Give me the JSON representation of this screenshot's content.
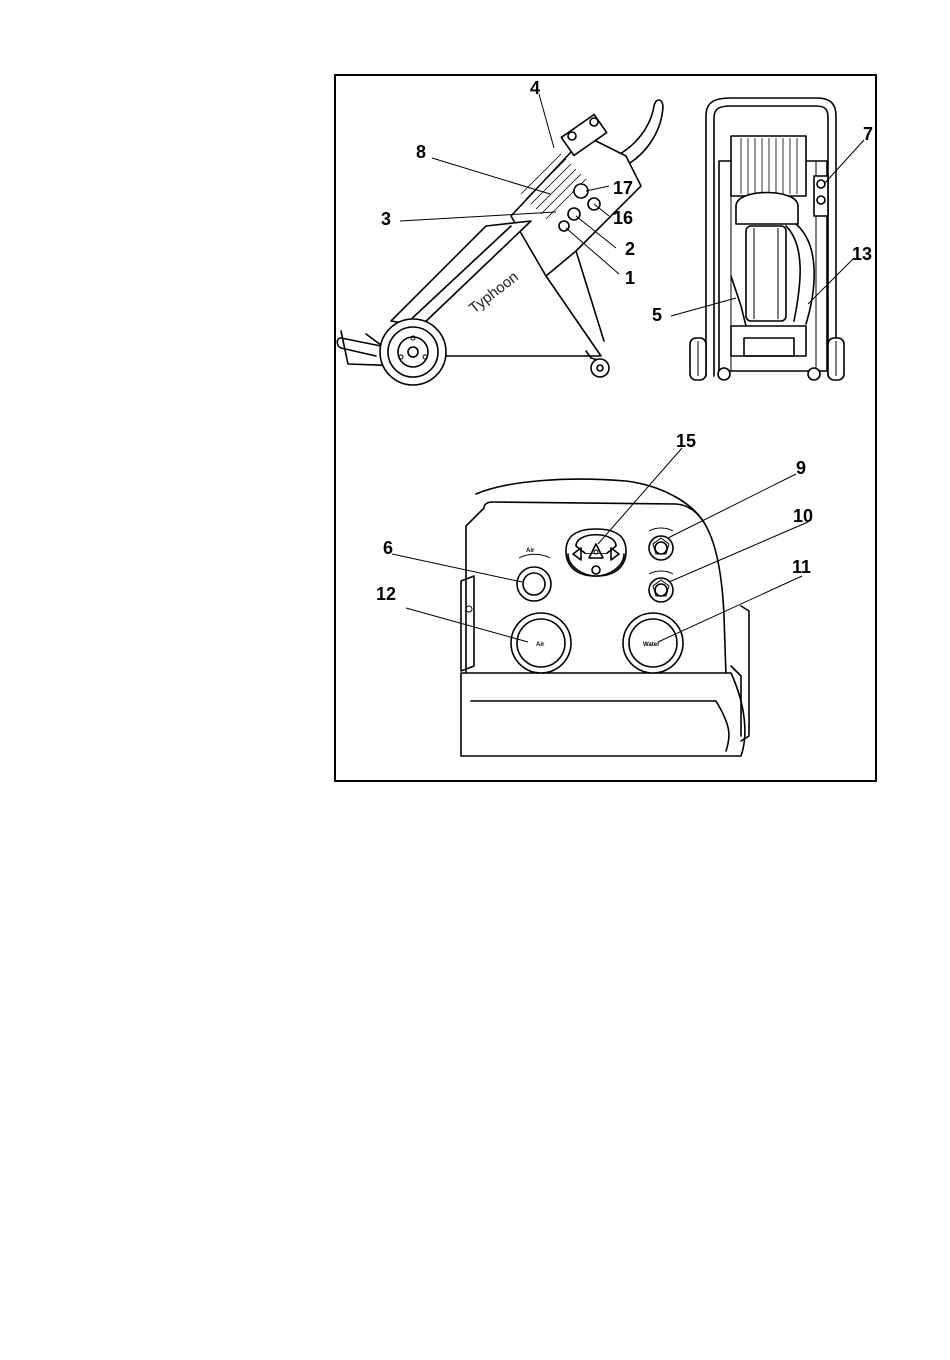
{
  "diagram": {
    "brand": "Typhoon",
    "panel_labels": {
      "air_gauge_small": "Air",
      "air_gauge": "Air",
      "water_gauge": "Water"
    },
    "callouts": {
      "c1": "1",
      "c2": "2",
      "c3": "3",
      "c4": "4",
      "c5": "5",
      "c6": "6",
      "c7": "7",
      "c8": "8",
      "c9": "9",
      "c10": "10",
      "c11": "11",
      "c12": "12",
      "c13": "13",
      "c15": "15",
      "c16": "16",
      "c17": "17"
    }
  }
}
